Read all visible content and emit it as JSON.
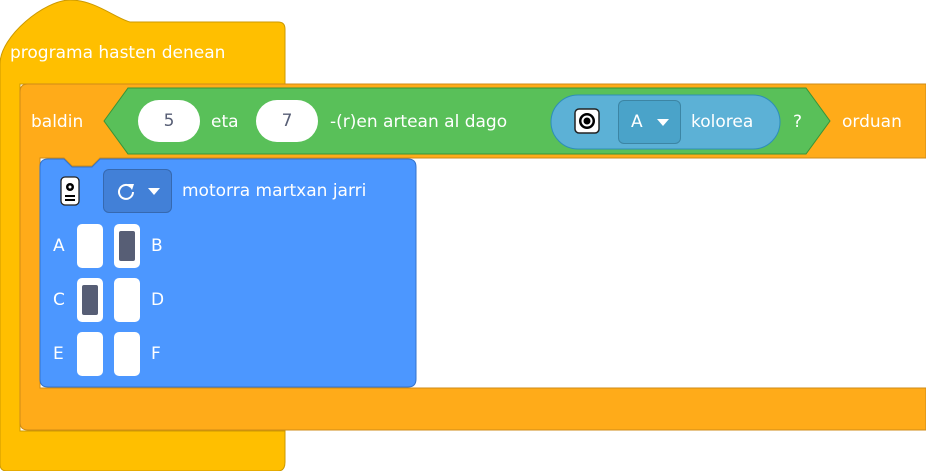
{
  "colors": {
    "event_block": "#ffbf00",
    "control_block": "#ffab19",
    "operator_block": "#59c059",
    "sensor_block": "#5cb1d6",
    "motor_block": "#4c97ff"
  },
  "hat_block": {
    "label": "programa hasten denean"
  },
  "if_block": {
    "label_if": "baldin",
    "label_then": "orduan",
    "condition": {
      "value_low": "5",
      "and_label": "eta",
      "value_high": "7",
      "between_label": "-(r)en artean al dago",
      "color_sensor": {
        "icon": "color-sensor-icon",
        "port": "A",
        "label": "kolorea"
      },
      "question_mark": "?"
    }
  },
  "motor_block": {
    "icon": "motor-hub-icon",
    "direction_icon": "clockwise-arrow-icon",
    "label": "motorra martxan jarri",
    "ports": [
      {
        "label": "A",
        "selected": false
      },
      {
        "label": "B",
        "selected": true
      },
      {
        "label": "C",
        "selected": true
      },
      {
        "label": "D",
        "selected": false
      },
      {
        "label": "E",
        "selected": false
      },
      {
        "label": "F",
        "selected": false
      }
    ]
  }
}
